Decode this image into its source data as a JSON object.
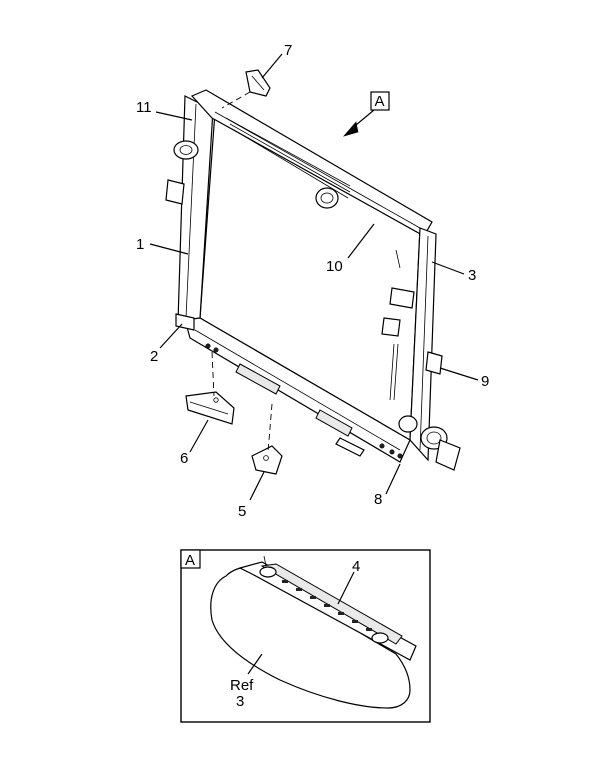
{
  "view_label": "A",
  "callouts": {
    "c1": "1",
    "c2": "2",
    "c3": "3",
    "c5": "5",
    "c6": "6",
    "c7": "7",
    "c8": "8",
    "c9": "9",
    "c10": "10",
    "c11": "11"
  },
  "detail": {
    "label": "A",
    "callout_4": "4",
    "ref_word": "Ref",
    "ref_number": "3"
  }
}
